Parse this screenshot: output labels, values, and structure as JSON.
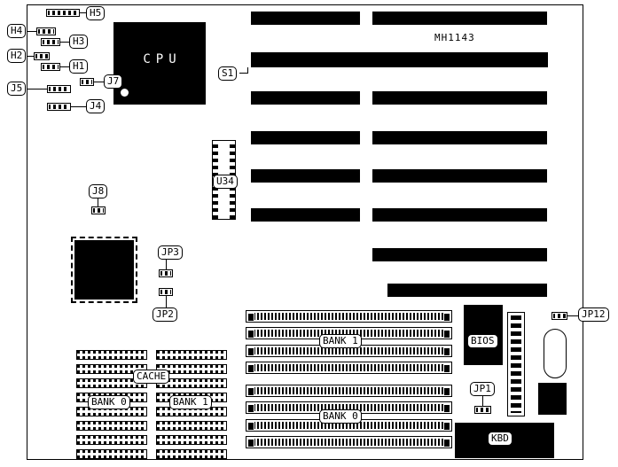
{
  "board": {
    "model": "MH1143"
  },
  "components": {
    "cpu": "CPU",
    "bios": "BIOS",
    "kbd": "KBD",
    "cache": "CACHE",
    "u34": "U34",
    "s1": "S1"
  },
  "jumpers": {
    "h1": "H1",
    "h2": "H2",
    "h3": "H3",
    "h4": "H4",
    "h5": "H5",
    "j4": "J4",
    "j5": "J5",
    "j7": "J7",
    "j8": "J8",
    "jp1": "JP1",
    "jp2": "JP2",
    "jp3": "JP3",
    "jp12": "JP12"
  },
  "memory": {
    "cache_bank0": "BANK 0",
    "cache_bank1": "BANK 1",
    "simm_bank0": "BANK 0",
    "simm_bank1": "BANK 1"
  }
}
